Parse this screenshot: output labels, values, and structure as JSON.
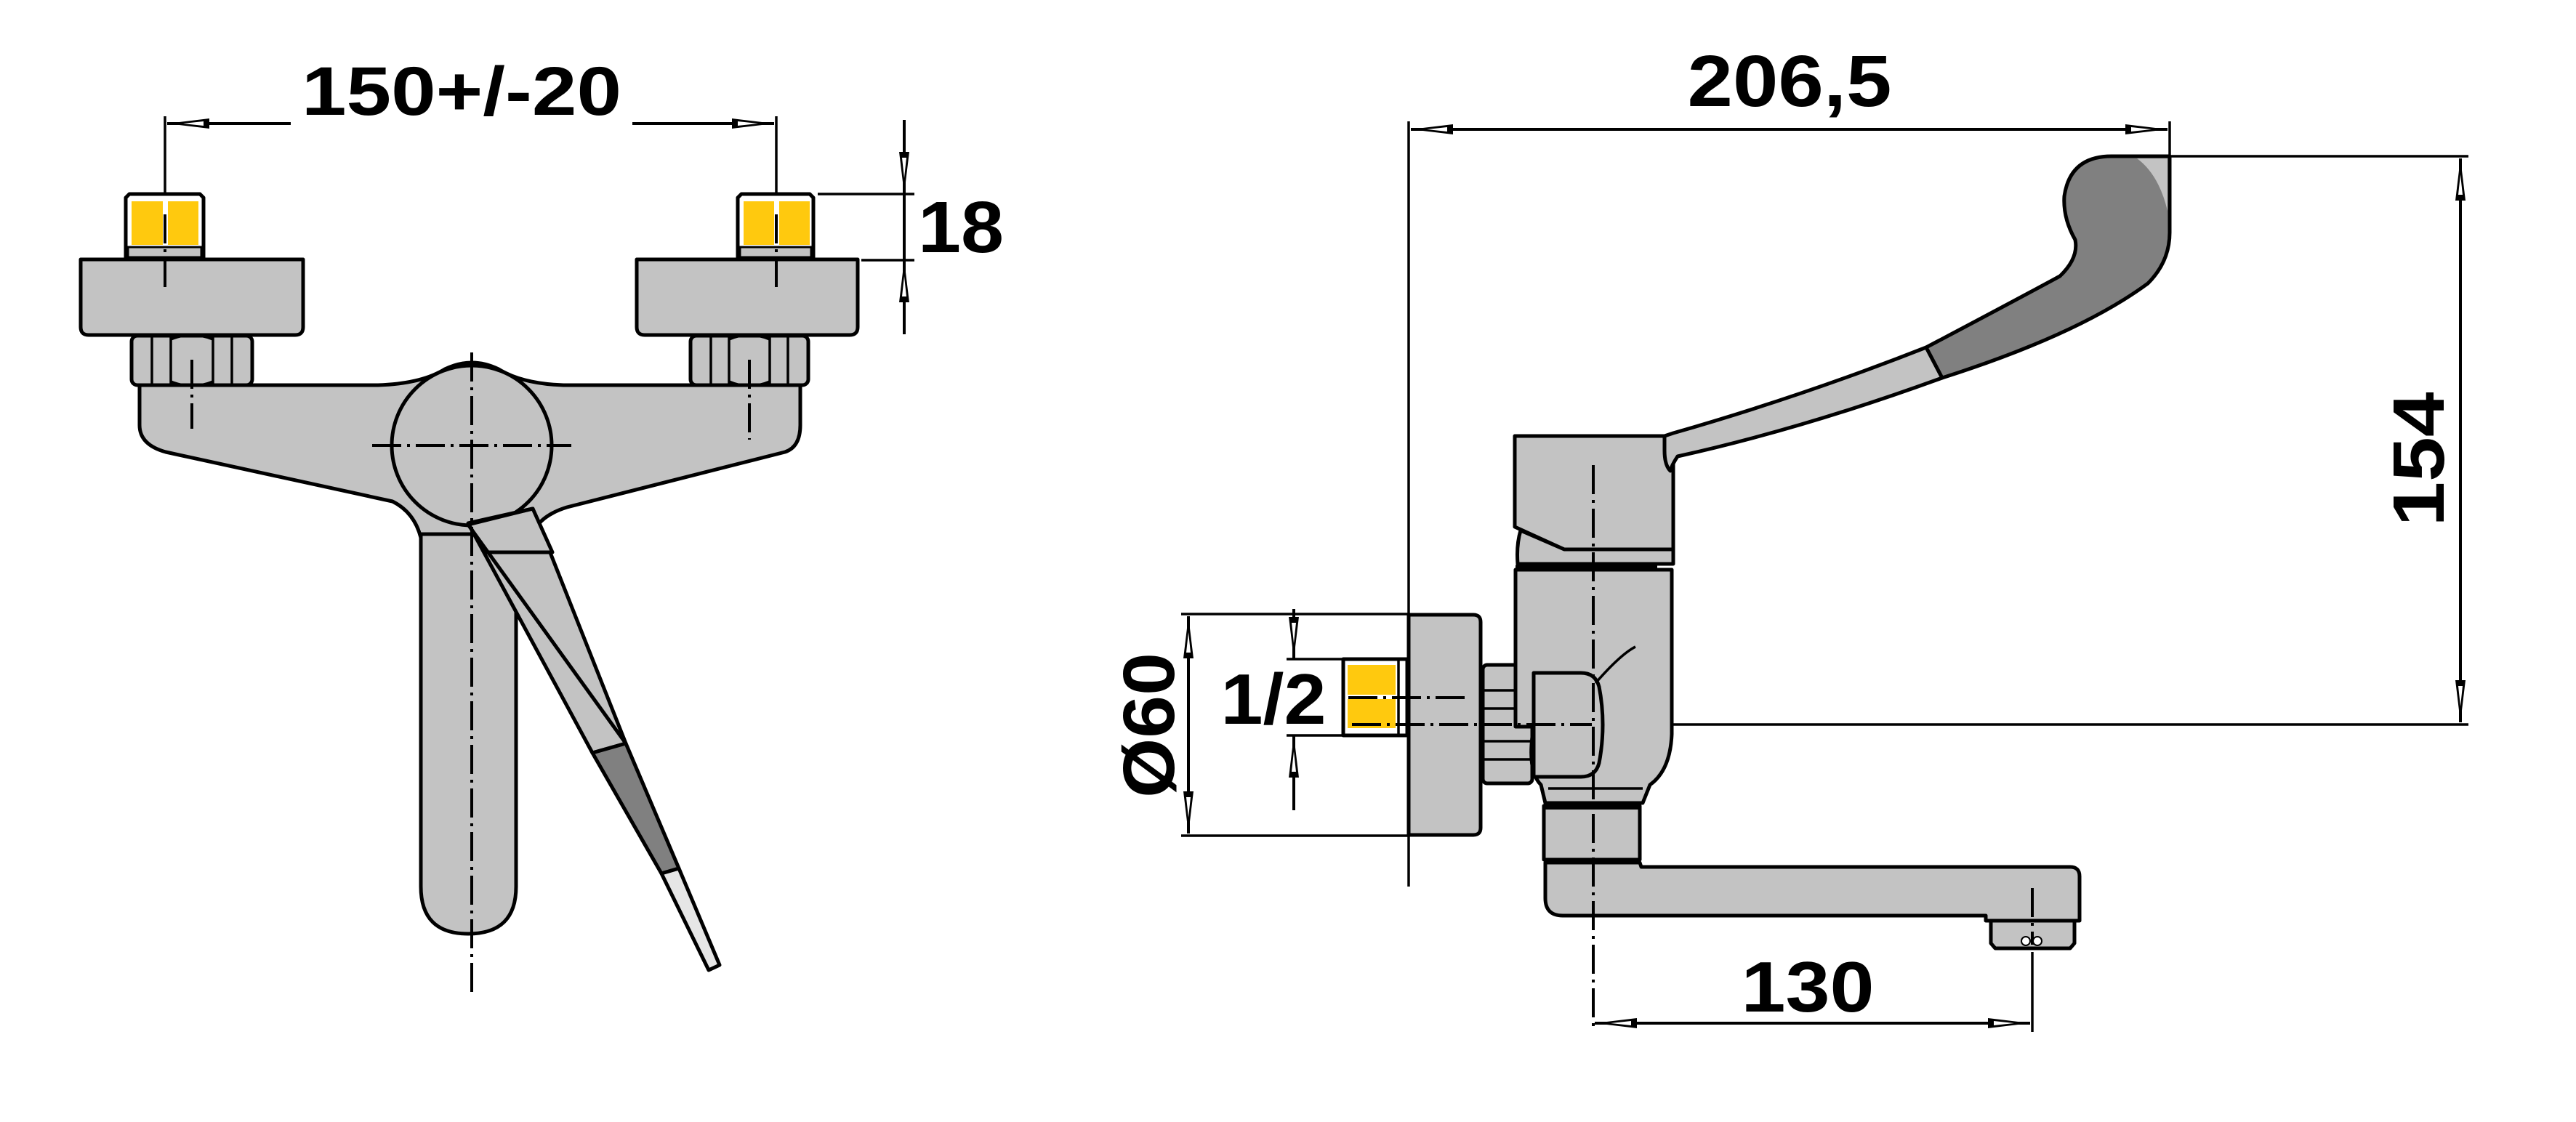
{
  "drawing": {
    "title": "Wall-mounted single-lever mixer tap with clinical lever – dimension drawing",
    "colors": {
      "body": "#c3c3c3",
      "lever_dark": "#808080",
      "thread": "#ffc90e",
      "line": "#000000",
      "background": "#ffffff"
    }
  },
  "front_view": {
    "dimensions": {
      "centers_spacing": "150+/-20",
      "thread_length": "18"
    },
    "parts": [
      "left-eccentric-connector",
      "right-eccentric-connector",
      "left-flange",
      "right-flange",
      "left-nut",
      "right-nut",
      "mixer-body",
      "cartridge-cap",
      "spout",
      "clinical-lever"
    ]
  },
  "side_view": {
    "dimensions": {
      "overall_projection": "206,5",
      "overall_height": "154",
      "flange_diameter": "Ø60",
      "thread_size": "1/2",
      "spout_reach": "130"
    },
    "parts": [
      "wall-flange",
      "threaded-connector",
      "union-nut",
      "mixer-body",
      "cartridge",
      "clinical-lever",
      "swivel-joint",
      "spout",
      "aerator"
    ]
  }
}
